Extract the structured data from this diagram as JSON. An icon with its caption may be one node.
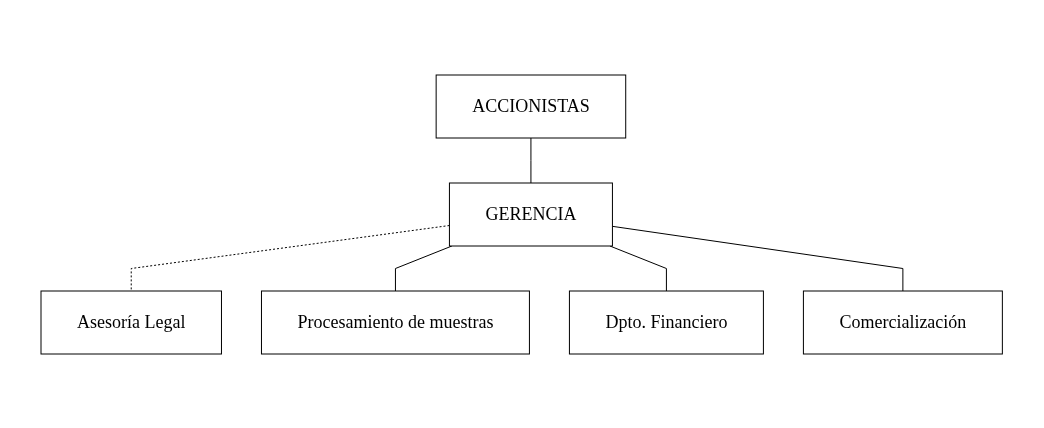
{
  "diagram": {
    "nodes": [
      {
        "text": [
          "ACCIONISTAS"
        ]
      },
      {
        "text": [
          "GERENCIA"
        ]
      },
      {
        "text": [
          "Asesoría Legal"
        ]
      },
      {
        "text": [
          "Procesamiento de muestras"
        ]
      },
      {
        "text": [
          "Dpto. Financiero"
        ]
      },
      {
        "text": [
          "Comercialización"
        ]
      }
    ],
    "edges": [
      {
        "from": 0,
        "to": 1,
        "arrow": "none"
      },
      {
        "from": 1,
        "to": 2,
        "arrow": "none",
        "style": "dashed"
      },
      {
        "from": 1,
        "to": 3,
        "arrow": "none"
      },
      {
        "from": 1,
        "to": 4,
        "arrow": "none"
      },
      {
        "from": 1,
        "to": 5,
        "arrow": "none"
      }
    ]
  }
}
